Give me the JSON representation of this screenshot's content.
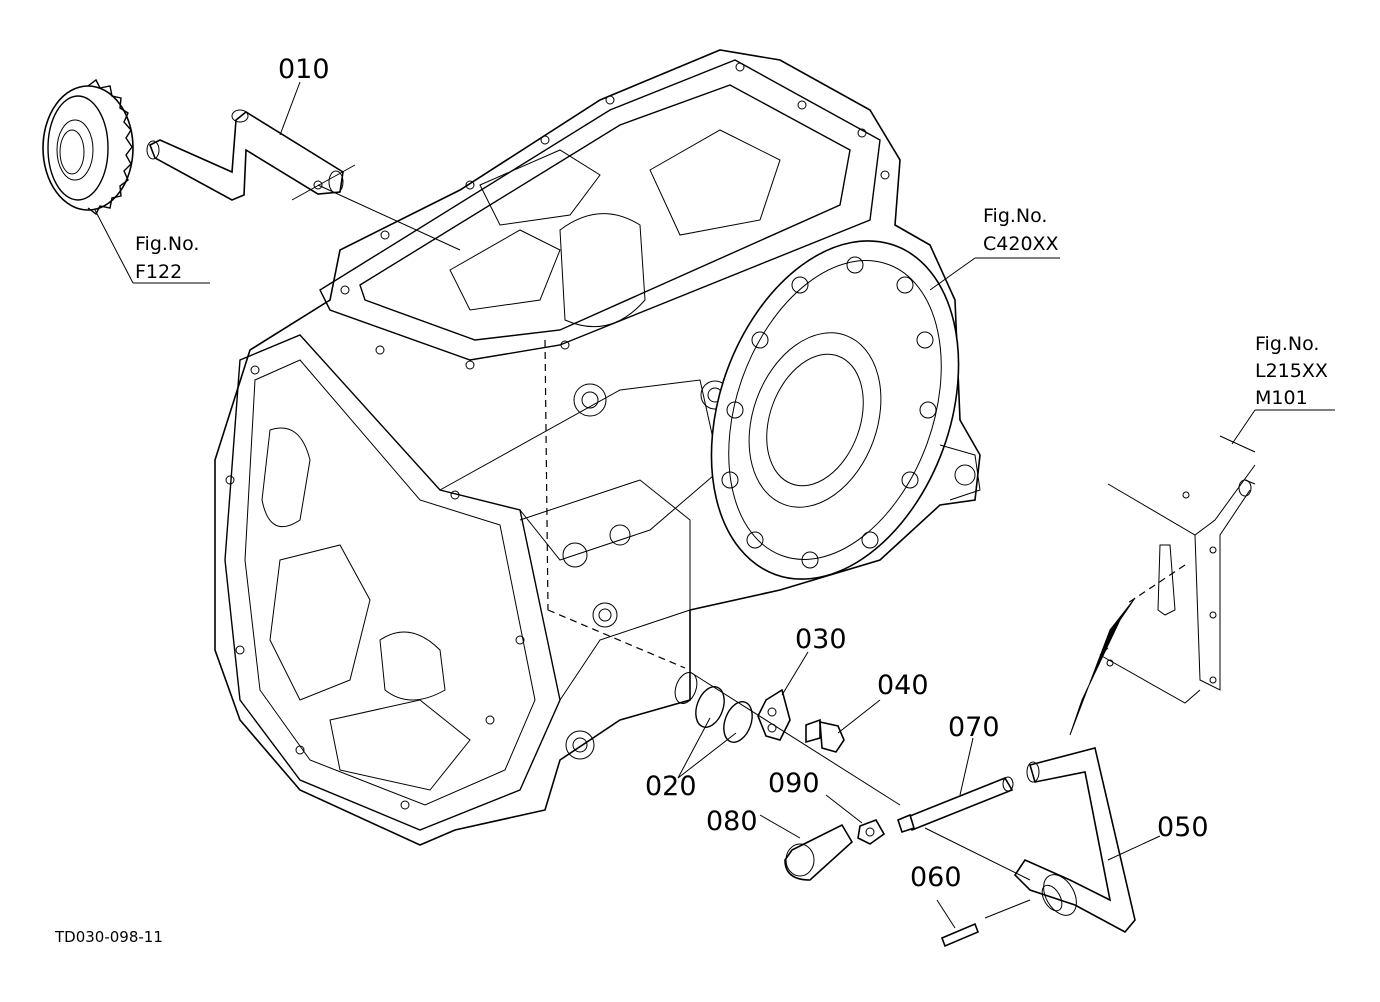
{
  "parts": [
    {
      "id": "010"
    },
    {
      "id": "020"
    },
    {
      "id": "030"
    },
    {
      "id": "040"
    },
    {
      "id": "050"
    },
    {
      "id": "060"
    },
    {
      "id": "070"
    },
    {
      "id": "080"
    },
    {
      "id": "090"
    }
  ],
  "figure_refs": {
    "f122": {
      "label": "Fig.No.",
      "code": "F122"
    },
    "c420": {
      "label": "Fig.No.",
      "code": "C420XX"
    },
    "l215": {
      "label": "Fig.No.",
      "code": "L215XX",
      "code2": "M101"
    }
  },
  "drawing_code": "TD030-098-11"
}
